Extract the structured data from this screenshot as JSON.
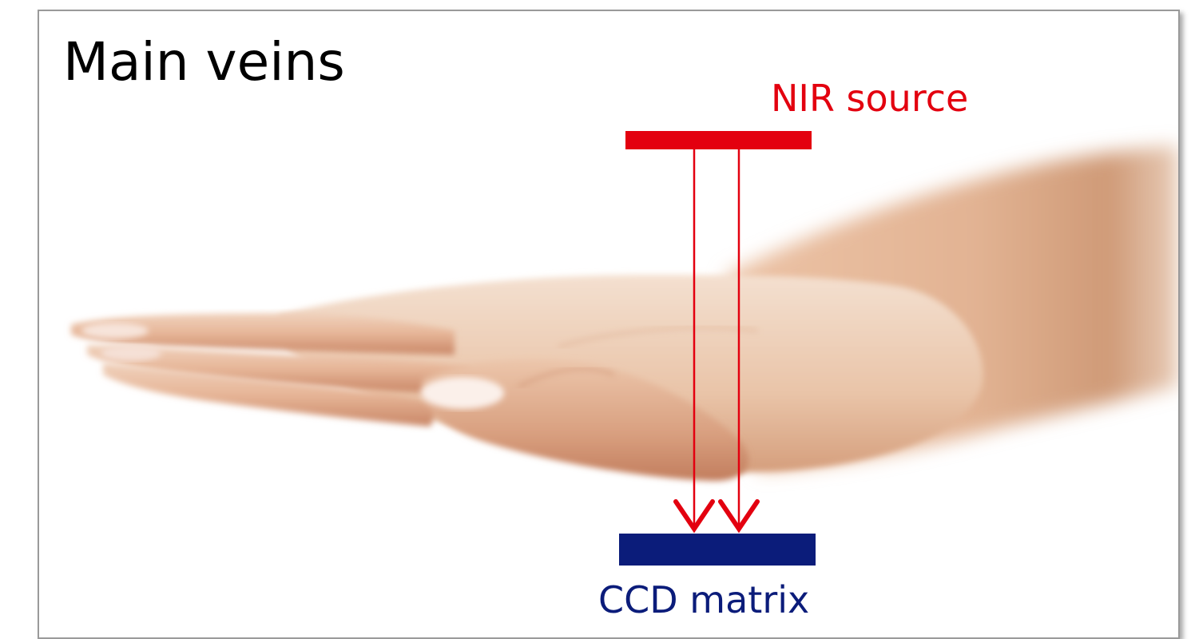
{
  "title": "Main veins",
  "nir_source": {
    "label": "NIR source",
    "color": "#e3000f"
  },
  "ccd_matrix": {
    "label": "CCD matrix",
    "color": "#0b1c7a"
  },
  "beam_color": "#e3000f",
  "beam_count": 2,
  "colors": {
    "skin_light": "#f3dcc9",
    "skin_mid": "#e2b392",
    "skin_shadow": "#c98e6a",
    "nail": "#fbefe9"
  }
}
